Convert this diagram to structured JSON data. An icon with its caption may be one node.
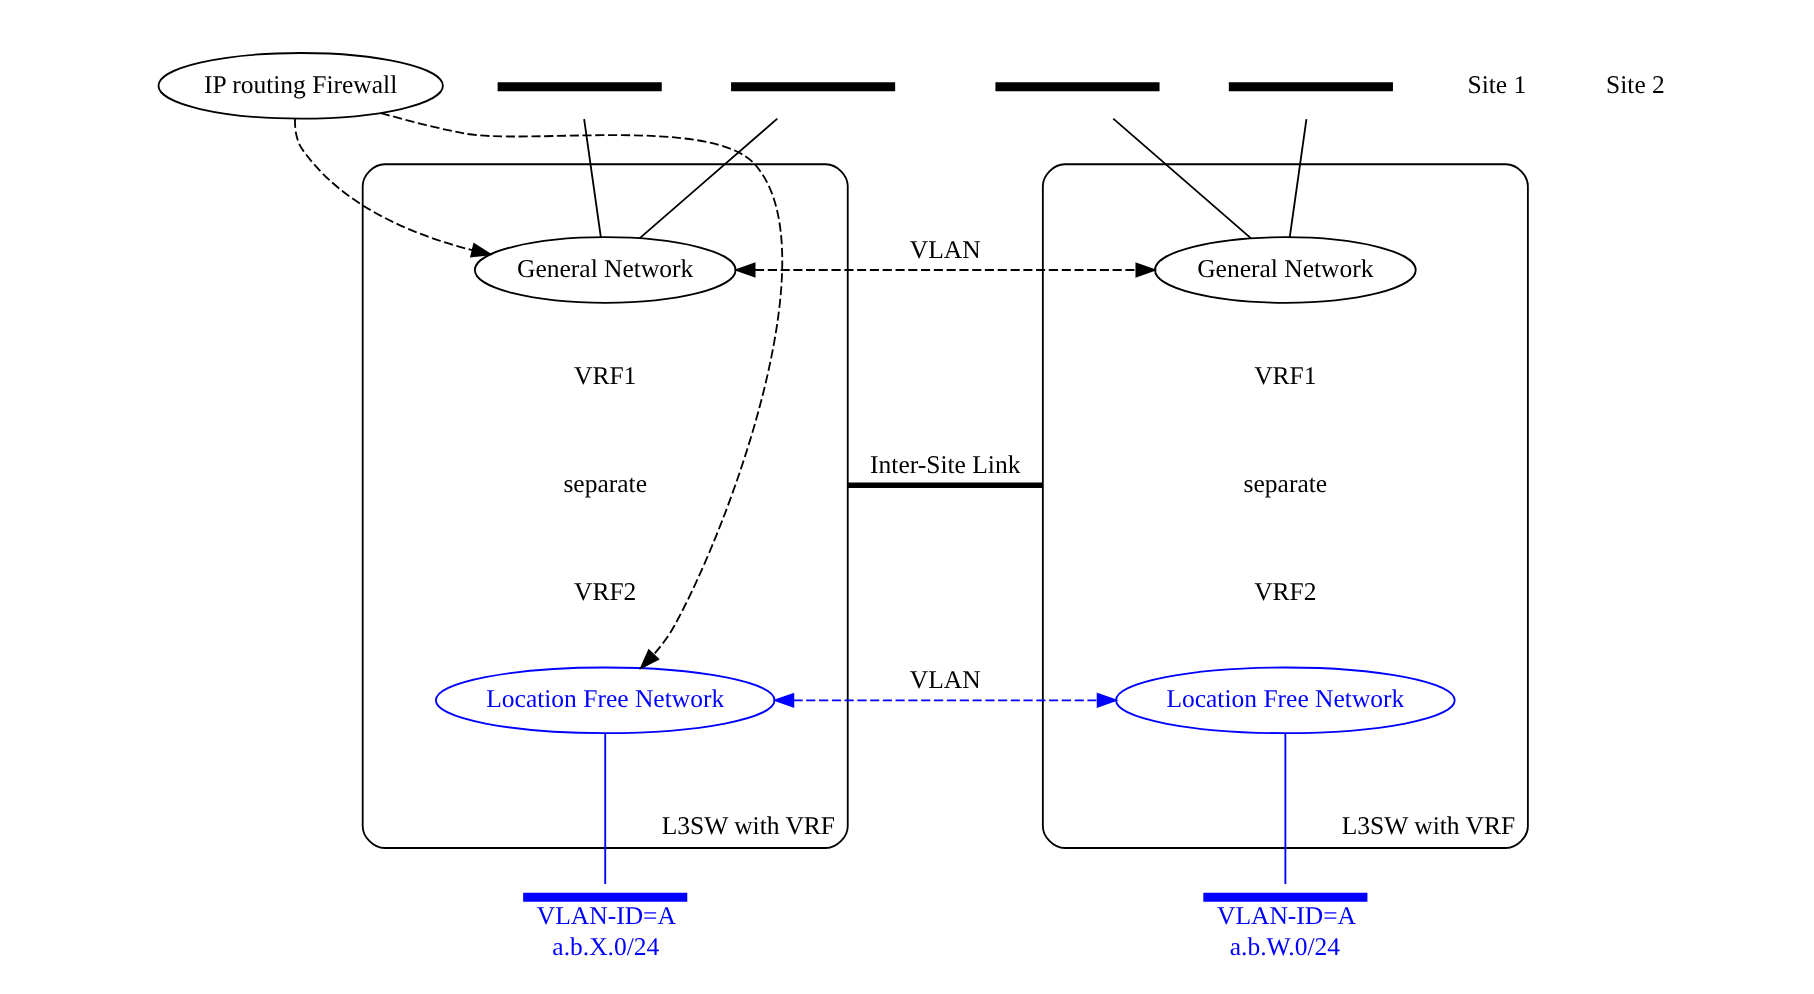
{
  "diagram": {
    "nodes": [
      {
        "text": [
          "L3SW with VRF"
        ]
      },
      {
        "text": [],
        "shape": "bar"
      },
      {
        "text": [],
        "shape": "bar"
      },
      {
        "text": [
          "General Network"
        ],
        "in": 0
      },
      {
        "text": [
          "IP routing Firewall"
        ]
      },
      {
        "text": [
          "Location Free Network"
        ],
        "in": 0
      },
      {
        "text": [],
        "shape": "bar",
        "beside": [
          "VLAN-ID=A",
          "a.b.X.0/24"
        ]
      },
      {
        "text": [
          "L3SW with VRF"
        ]
      },
      {
        "text": [],
        "shape": "bar"
      },
      {
        "text": [],
        "shape": "bar"
      },
      {
        "text": [
          "General Network"
        ],
        "in": 7
      },
      {
        "text": [
          "Location Free Network"
        ],
        "in": 7
      },
      {
        "text": [],
        "shape": "bar",
        "beside": [
          "VLAN-ID=A",
          "a.b.W.0/24"
        ]
      }
    ],
    "edges": [
      {
        "from": 1,
        "to": 3,
        "arrow": "none"
      },
      {
        "from": 2,
        "to": 3,
        "arrow": "none"
      },
      {
        "from": 4,
        "to": 3,
        "arrow": "to",
        "style": "dashed"
      },
      {
        "from": 4,
        "to": 5,
        "arrow": "to",
        "style": "dashed"
      },
      {
        "from": 3,
        "to": 10,
        "arrow": "both",
        "style": "dashed",
        "label": "VLAN"
      },
      {
        "from": 0,
        "to": 7,
        "arrow": "none",
        "style": "thick",
        "label": "Inter-Site Link"
      },
      {
        "from": 5,
        "to": 11,
        "arrow": "both",
        "style": "dashed",
        "color": "#0000ff",
        "label": "VLAN"
      },
      {
        "from": 5,
        "to": 6,
        "arrow": "none",
        "color": "#0000ff"
      },
      {
        "from": 8,
        "to": 10,
        "arrow": "none"
      },
      {
        "from": 9,
        "to": 10,
        "arrow": "none"
      },
      {
        "from": 11,
        "to": 12,
        "arrow": "none",
        "color": "#0000ff"
      }
    ],
    "labels": [
      "Site 1",
      "Site 2",
      "VRF1",
      "separate",
      "VRF2",
      "VRF1",
      "separate",
      "VRF2"
    ]
  }
}
